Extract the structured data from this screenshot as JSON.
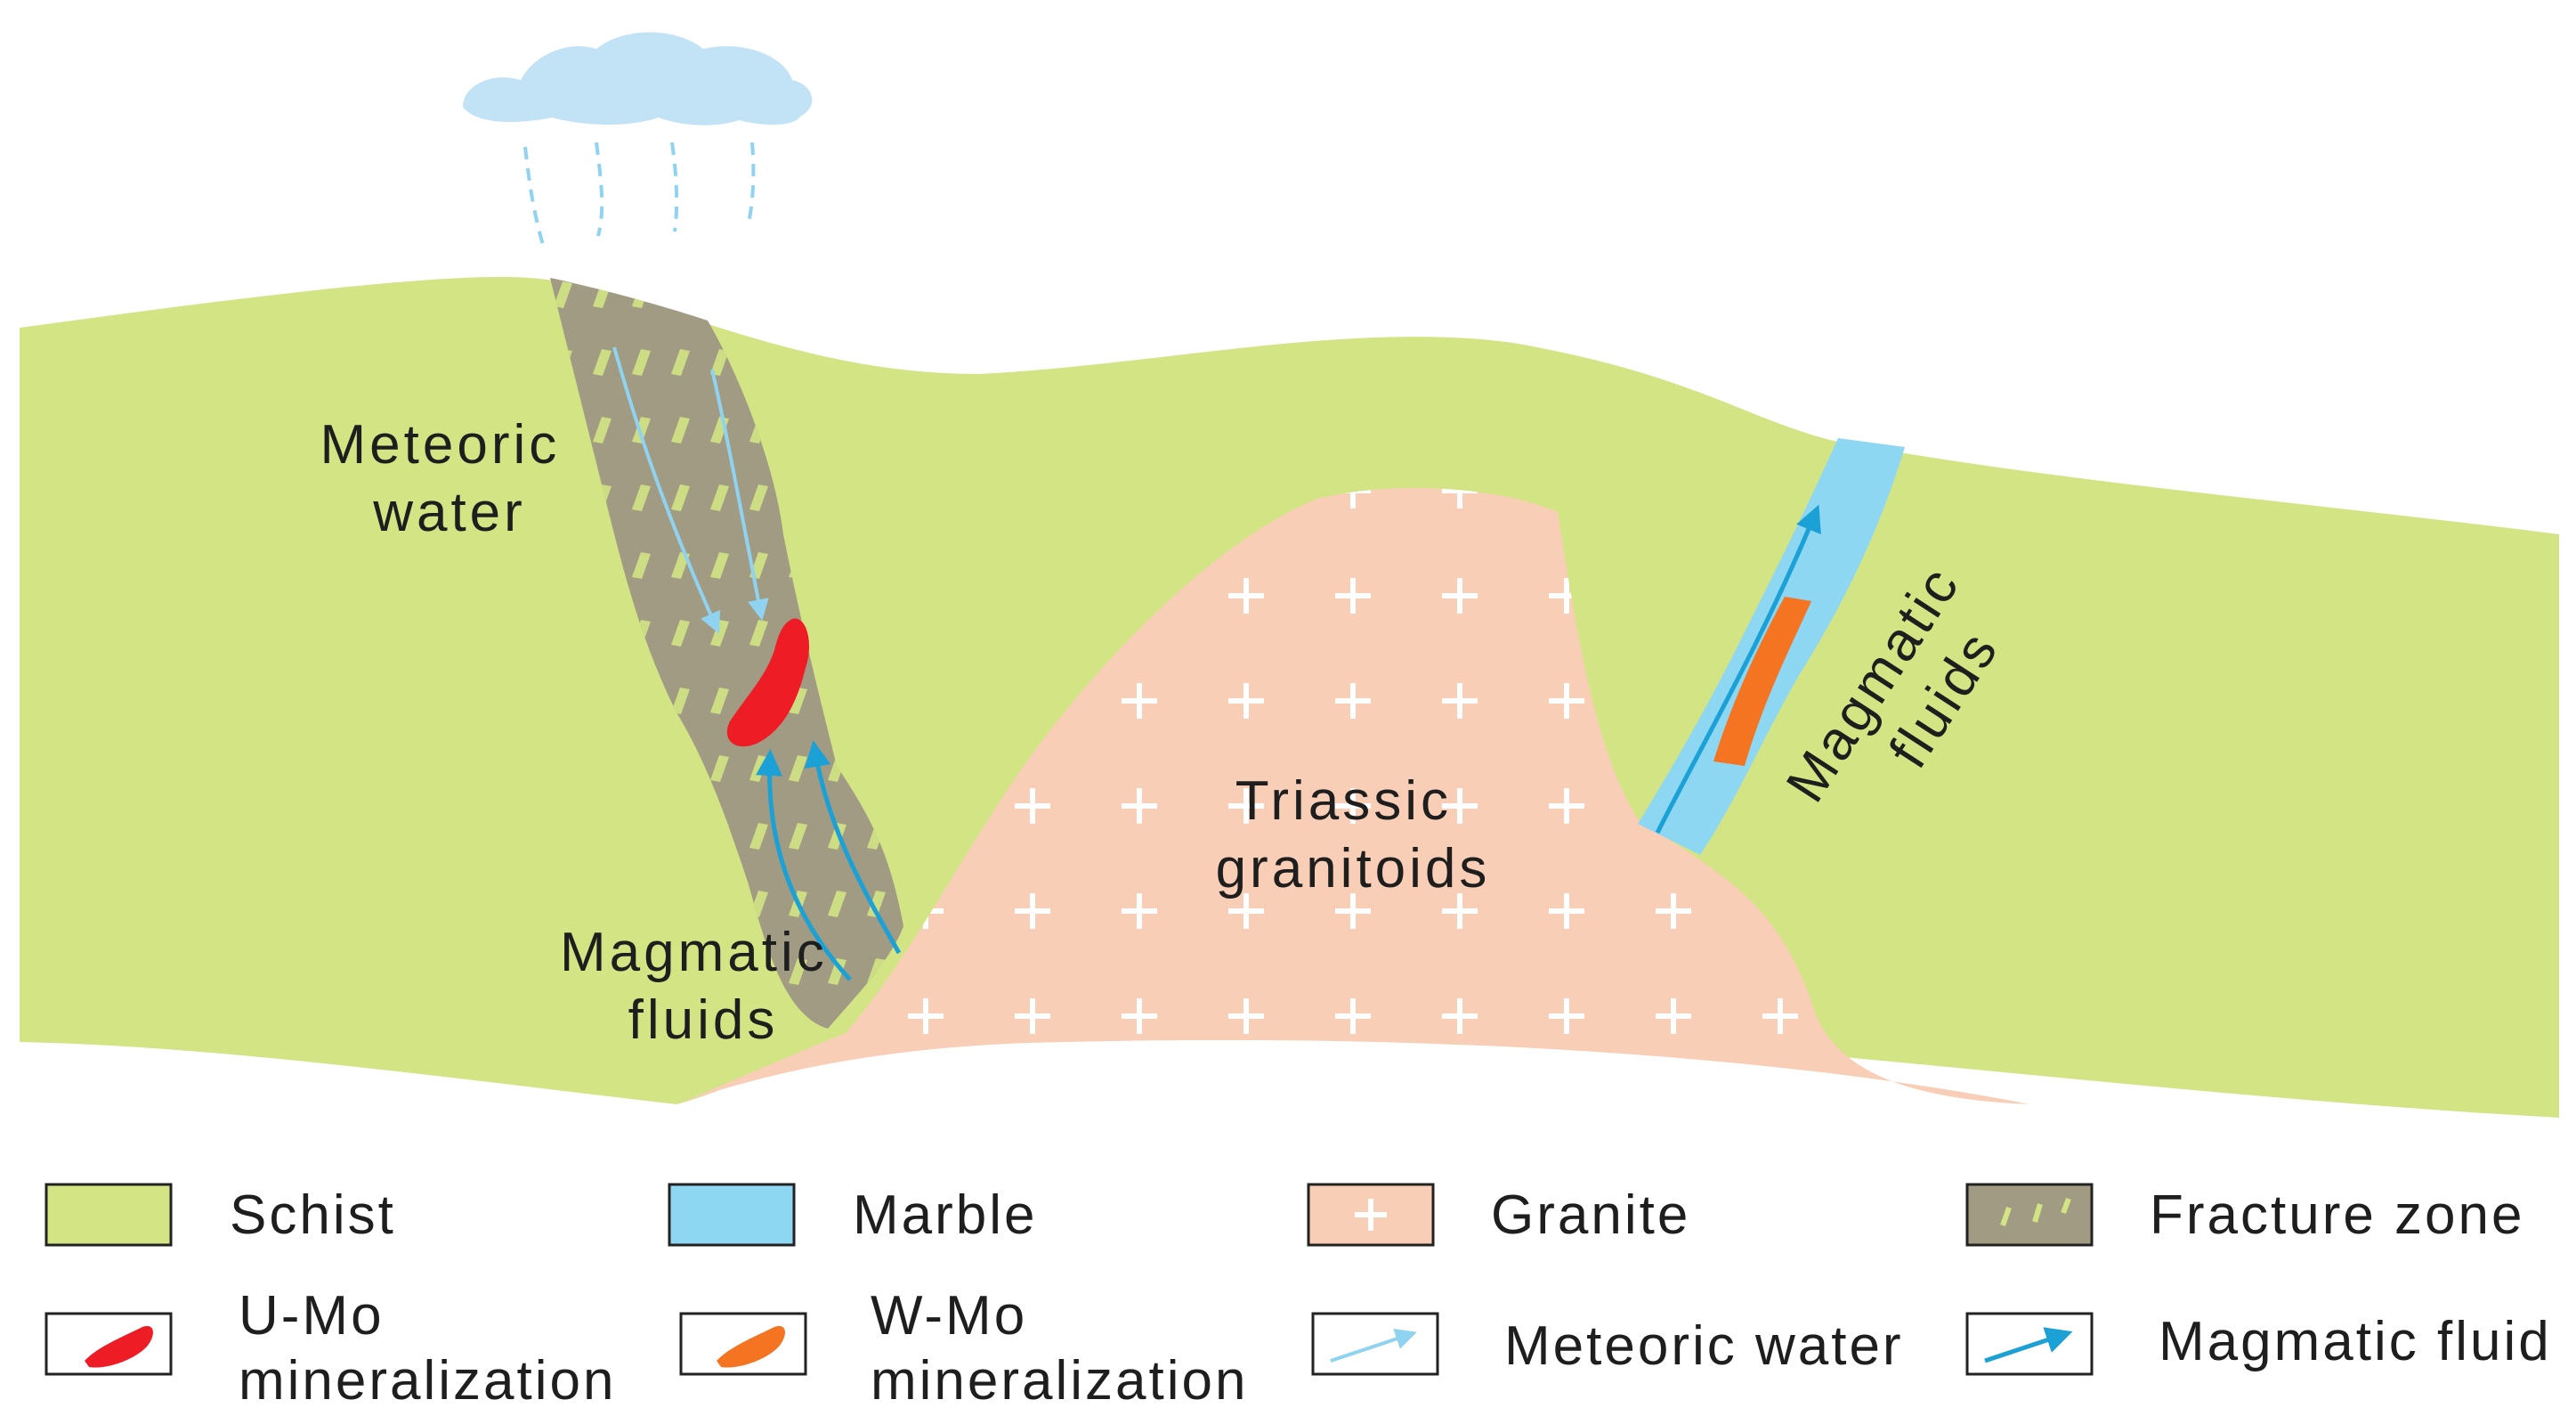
{
  "diagram": {
    "labels": {
      "meteoric_water": [
        "Meteoric",
        "water"
      ],
      "magmatic_fluids_left": [
        "Magmatic",
        "fluids"
      ],
      "triassic_granitoids": [
        "Triassic",
        "granitoids"
      ],
      "magmatic_fluids_right": [
        "Magmatic",
        "fluids"
      ]
    },
    "colors": {
      "schist": "#d2e484",
      "marble": "#8ed7f2",
      "granite": "#f8ceb6",
      "fracture_zone": "#a19b83",
      "fracture_clast": "#d2e484",
      "u_mo": "#ee1c24",
      "w_mo": "#f47421",
      "meteoric_arrow": "#8fd3f0",
      "magmatic_arrow": "#1ba1d5",
      "cloud": "#c2e2f5"
    }
  },
  "legend": {
    "items": [
      {
        "label": "Schist"
      },
      {
        "label": "Marble"
      },
      {
        "label": "Granite"
      },
      {
        "label": "Fracture zone"
      },
      {
        "label_lines": [
          "U-Mo",
          "mineralization"
        ]
      },
      {
        "label_lines": [
          "W-Mo",
          "mineralization"
        ]
      },
      {
        "label": "Meteoric water"
      },
      {
        "label": "Magmatic fluid"
      }
    ]
  }
}
